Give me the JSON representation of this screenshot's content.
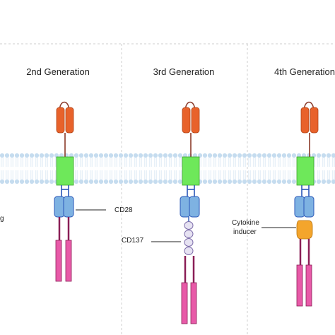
{
  "figure": {
    "left_fragment": "g",
    "generations": [
      {
        "title": "2nd Generation",
        "costimulatory_domains": [
          "CD28"
        ]
      },
      {
        "title": "3rd Generation",
        "costimulatory_domains": [
          "CD28",
          "CD137"
        ]
      },
      {
        "title": "4th Generation",
        "costimulatory_domains": [
          "CD28"
        ],
        "additional_domain": "Cytokine inducer"
      }
    ],
    "labels": {
      "cd28": "CD28",
      "cd137": "CD137",
      "cytokine_line1": "Cytokine",
      "cytokine_line2": "inducer"
    },
    "colors": {
      "scfv": "#e8622b",
      "hinge": "#8a3a2a",
      "transmembrane": "#6ee85a",
      "linker": "#2a57b8",
      "cd28": "#7eb2e2",
      "cd137": "#e6e2f2",
      "cd3z_stalk": "#8a1e56",
      "cd3z": "#e85aa8",
      "cytokine_inducer": "#f4a52c",
      "membrane": "#c5dcef"
    }
  }
}
